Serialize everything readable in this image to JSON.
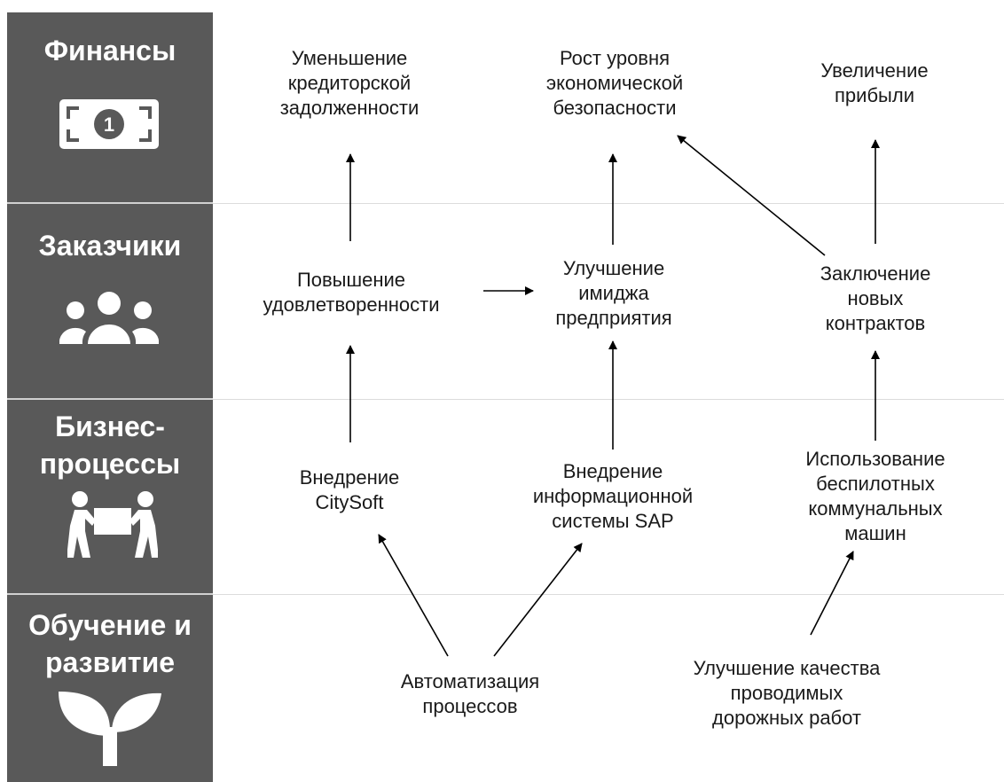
{
  "categories": {
    "finance": {
      "label": "Финансы",
      "icon": "money-bill-icon"
    },
    "customers": {
      "label": "Заказчики",
      "icon": "users-group-icon"
    },
    "processes": {
      "label": "Бизнес-\nпроцессы",
      "icon": "people-carrying-box-icon"
    },
    "learning": {
      "label": "Обучение и\nразвитие",
      "icon": "sprout-icon"
    }
  },
  "nodes": {
    "reduce_debt": "Уменьшение\nкредиторской\nзадолженности",
    "econ_security": "Рост уровня\nэкономической\nбезопасности",
    "profit": "Увеличение\nприбыли",
    "satisfaction": "Повышение\nудовлетворенности",
    "image": "Улучшение\nимиджа\nпредприятия",
    "contracts": "Заключение\nновых\nконтрактов",
    "citysoft": "Внедрение\nCitySoft",
    "sap": "Внедрение\nинформационной\nсистемы SAP",
    "drones": "Использование\nбеспилотных\nкоммунальных\nмашин",
    "automation": "Автоматизация\nпроцессов",
    "road_quality": "Улучшение качества\nпроводимых\nдорожных работ"
  },
  "colors": {
    "sidebar": "#595959",
    "text": "#1a1a1a",
    "arrow": "#000000"
  }
}
